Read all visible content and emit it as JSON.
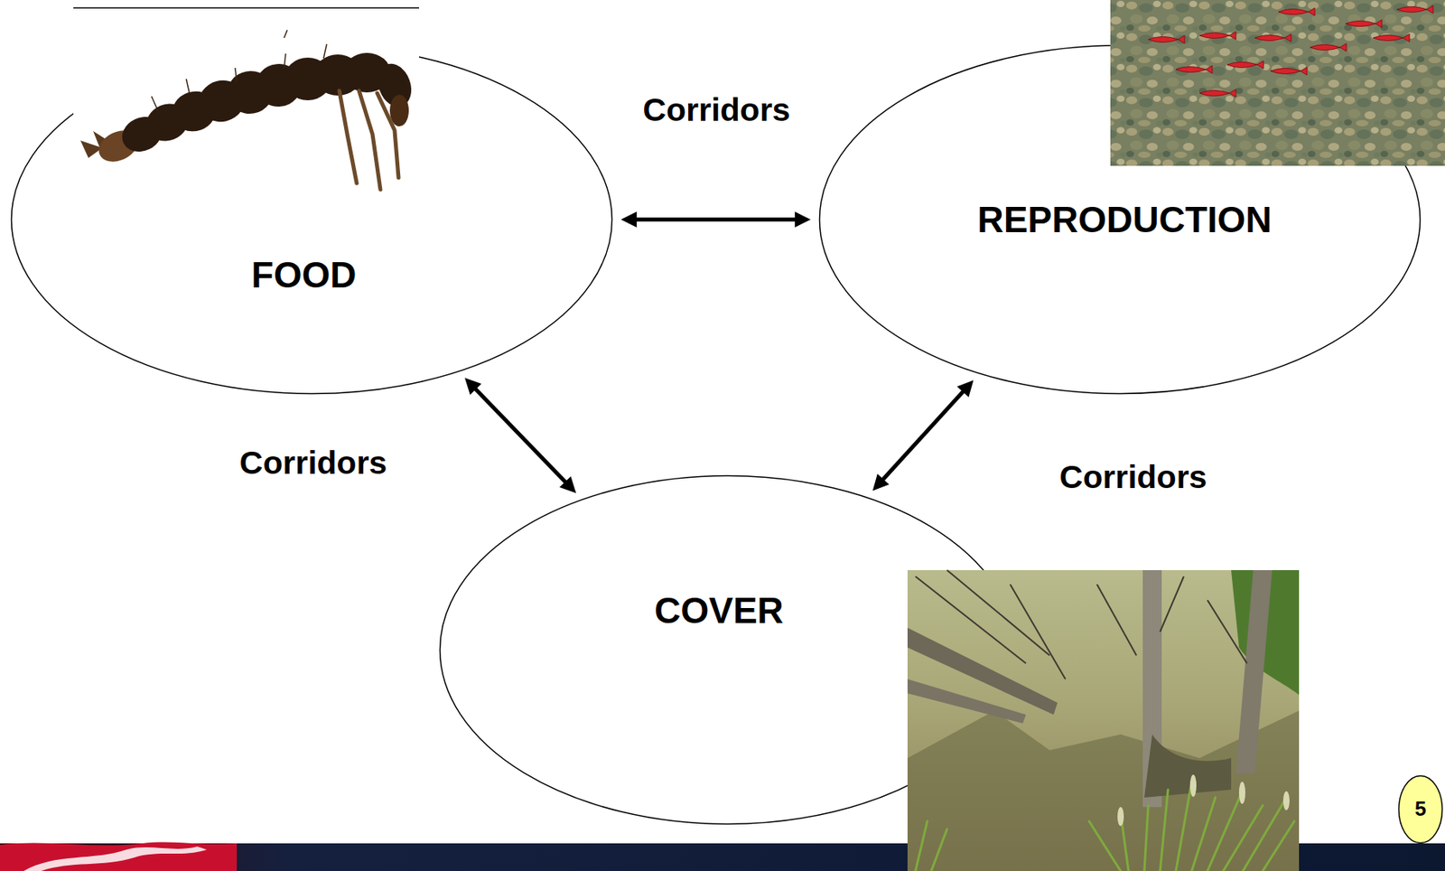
{
  "diagram": {
    "nodes": [
      {
        "text": [
          "FOOD"
        ]
      },
      {
        "text": [
          "REPRODUCTION"
        ]
      },
      {
        "text": [
          "COVER"
        ]
      },
      {
        "text": [
          "5"
        ]
      }
    ],
    "edges": [
      {
        "from": 0,
        "to": 1,
        "label": "Corridors",
        "arrow": "both"
      },
      {
        "from": 0,
        "to": 2,
        "label": "Corridors",
        "arrow": "both"
      },
      {
        "from": 1,
        "to": 2,
        "label": "Corridors",
        "arrow": "both"
      }
    ]
  }
}
